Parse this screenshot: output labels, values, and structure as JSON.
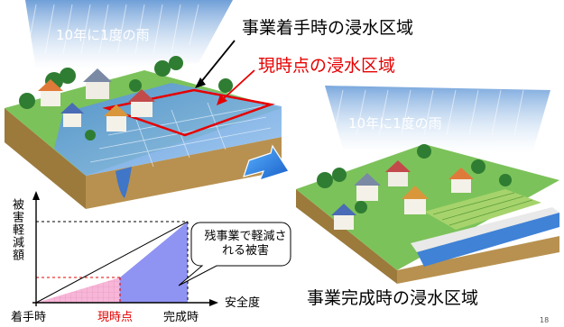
{
  "left_scene": {
    "rain_label": "10年に1度の雨",
    "label_start": "事業着手時の浸水区域",
    "label_current": "現時点の浸水区域"
  },
  "right_scene": {
    "rain_label": "10年に1度の雨",
    "label_complete": "事業完成時の浸水区域"
  },
  "graph": {
    "y_label": "被害軽減額",
    "x_label": "安全度",
    "x_ticks": [
      "着手時",
      "現時点",
      "完成時"
    ],
    "callout": "残事業で軽減される被害"
  },
  "page_number": "18",
  "colors": {
    "current_highlight": "#e60000",
    "pink_area": "#f7b6d7",
    "blue_area": "#8f93f2",
    "arrow_blue": "#1f78e6"
  }
}
